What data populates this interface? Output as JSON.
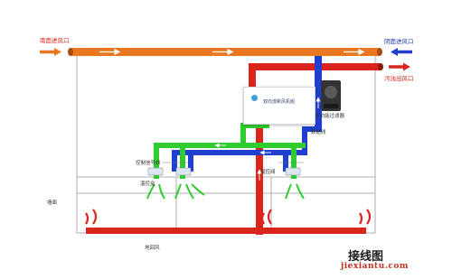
{
  "labels": {
    "fresh_air_in": "南面进风口",
    "exhaust_in": "阴面进风口",
    "exhaust_out": "污浊出风口",
    "unit_name": "双向流新风机组",
    "filter": "多功能过滤器",
    "sensor_wire": "数据线",
    "control_wire": "控制信号线",
    "thermostat": "温控盒",
    "damper": "温控阀",
    "wall": "墙面",
    "floor_air": "地回风"
  },
  "watermark": {
    "cn": "接线图",
    "en": "jiexiantu",
    "dotcom": ".com"
  },
  "colors": {
    "orange": "#e8771f",
    "red": "#d9251c",
    "blue": "#1f3fd1",
    "green": "#2ecc2e",
    "grid": "#999999"
  }
}
